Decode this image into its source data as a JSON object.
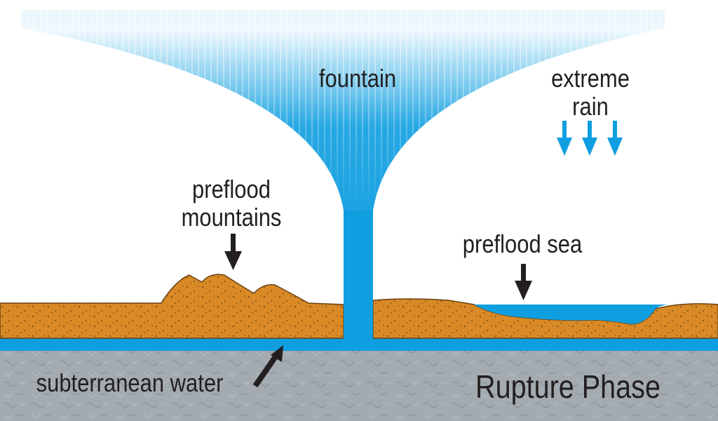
{
  "labels": {
    "fountain": "fountain",
    "extreme_rain_line1": "extreme",
    "extreme_rain_line2": "rain",
    "preflood_mountains_line1": "preflood",
    "preflood_mountains_line2": "mountains",
    "preflood_sea": "preflood sea",
    "subterranean_water": "subterranean water",
    "phase_title": "Rupture Phase"
  },
  "colors": {
    "water": "#0f9ee0",
    "sediment": "#d98a26",
    "sediment_dots": "#8a5a1c",
    "bedrock": "#a3abb1",
    "arrow_dark": "#231f20",
    "text": "#231f20"
  },
  "icons": {
    "rain_arrows": "down-arrow-icon",
    "pointer_arrows": "arrow-icon"
  }
}
